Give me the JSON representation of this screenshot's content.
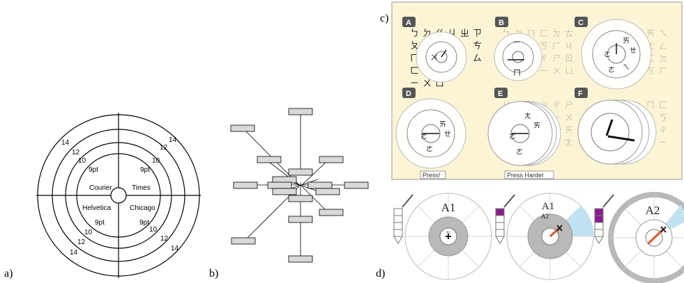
{
  "panel_labels": {
    "a": "a)",
    "b": "b)",
    "c": "c)",
    "d": "d)"
  },
  "panel_a": {
    "fonts": [
      "Courier",
      "Times",
      "Helvetica",
      "Chicago"
    ],
    "sizes": [
      "9pt",
      "10",
      "12",
      "14"
    ]
  },
  "panel_c": {
    "tags": [
      "A",
      "B",
      "C",
      "D",
      "E",
      "F"
    ],
    "press_label": "Press!",
    "press_harder_label": "Press Harder",
    "characters": [
      "ㄅ",
      "ㄆ",
      "ㄇ",
      "ㄈ",
      "ㄉ",
      "ㄊ",
      "ㄋ",
      "ㄌ",
      "ㄍ",
      "ㄎ",
      "ㄏ",
      "ㄐ",
      "ㄑ",
      "ㄒ",
      "ㄓ",
      "ㄔ",
      "ㄕ",
      "ㄖ",
      "ㄗ",
      "ㄘ",
      "ㄙ",
      "ㄧ",
      "ㄨ",
      "ㄩ",
      "ㄚ",
      "ㄛ",
      "ㄜ",
      "ㄝ",
      "ㄞ",
      "ㄟ",
      "ㄠ",
      "ㄡ",
      "ㄢ",
      "ㄣ",
      "ㄤ",
      "ㄥ",
      "ㄦ"
    ],
    "colors": {
      "background": "#fbf5d6",
      "border": "#9a9a9a",
      "tag": "#555555"
    }
  },
  "panel_d": {
    "menu_labels": [
      "A1",
      "A1",
      "A2"
    ],
    "inner_labels": [
      "A1",
      "A2"
    ],
    "colors": {
      "accent": "#bfe3f2",
      "pressure": "#8b1c8b",
      "cursor": "#d9542c",
      "ring": "#b9b9b9"
    }
  }
}
